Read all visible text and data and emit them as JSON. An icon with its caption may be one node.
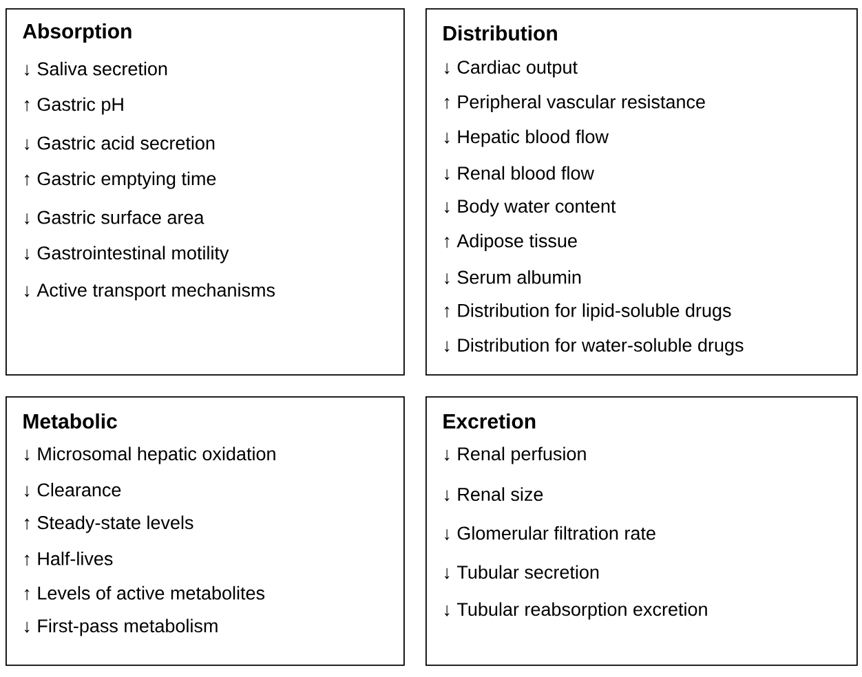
{
  "diagram": {
    "nodes": [
      {
        "text": [
          "Absorption",
          "↓ Saliva secretion",
          "↑ Gastric pH",
          "↓ Gastric acid secretion",
          "↑ Gastric emptying time",
          "↓ Gastric surface area",
          "↓ Gastrointestinal motility",
          "↓ Active transport mechanisms"
        ]
      },
      {
        "text": [
          "Distribution",
          "↓ Cardiac output",
          "↑ Peripheral vascular resistance",
          "↓ Hepatic blood flow",
          "↓ Renal blood flow",
          "↓ Body water content",
          "↑ Adipose tissue",
          "↓ Serum albumin",
          "↑ Distribution for lipid-soluble drugs",
          "↓ Distribution for water-soluble drugs"
        ]
      },
      {
        "text": [
          "Metabolic",
          "↓ Microsomal hepatic oxidation",
          "↓ Clearance",
          "↑ Steady-state levels",
          "↑ Half-lives",
          "↑ Levels of active metabolites",
          "↓ First-pass metabolism"
        ]
      },
      {
        "text": [
          "Excretion",
          "↓ Renal perfusion",
          "↓ Renal size",
          "↓ Glomerular filtration rate",
          "↓ Tubular secretion",
          "↓ Tubular reabsorption excretion"
        ]
      }
    ]
  }
}
